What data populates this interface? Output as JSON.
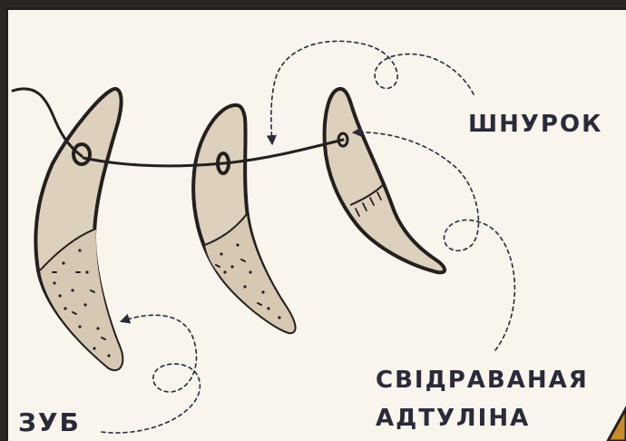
{
  "labels": {
    "cord": "ШНУРОК",
    "worn_hole_line1": "СВІДРАВАНАЯ",
    "worn_hole_line2": "АДТУЛІНА",
    "tooth": "ЗУБ"
  },
  "colors": {
    "background": "#f9f4ec",
    "tooth_fill": "#ddd0bd",
    "outline": "#23201e",
    "label_text": "#2a2a3a",
    "corner_accent": "#c98a2a"
  },
  "icons": [
    "tooth",
    "drilled-hole",
    "cord",
    "dashed-arrow"
  ]
}
